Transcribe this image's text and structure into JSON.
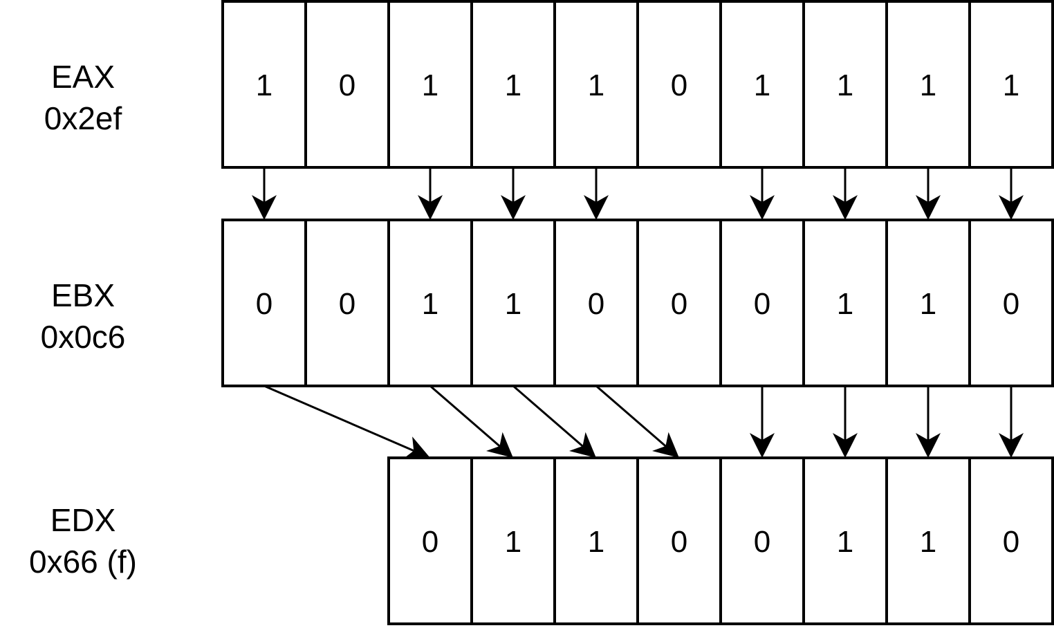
{
  "registers": [
    {
      "name": "EAX",
      "value": "0x2ef",
      "bits": [
        "1",
        "0",
        "1",
        "1",
        "1",
        "0",
        "1",
        "1",
        "1",
        "1"
      ]
    },
    {
      "name": "EBX",
      "value": "0x0c6",
      "bits": [
        "0",
        "0",
        "1",
        "1",
        "0",
        "0",
        "0",
        "1",
        "1",
        "0"
      ]
    },
    {
      "name": "EDX",
      "value": "0x66 (f)",
      "bits": [
        "0",
        "1",
        "1",
        "0",
        "0",
        "1",
        "1",
        "0"
      ]
    }
  ],
  "arrows": {
    "eax_to_ebx_cells": [
      0,
      2,
      3,
      4,
      6,
      7,
      8,
      9
    ],
    "ebx_to_edx": [
      [
        0,
        0
      ],
      [
        2,
        1
      ],
      [
        3,
        2
      ],
      [
        4,
        3
      ],
      [
        6,
        4
      ],
      [
        7,
        5
      ],
      [
        8,
        6
      ],
      [
        9,
        7
      ]
    ]
  }
}
